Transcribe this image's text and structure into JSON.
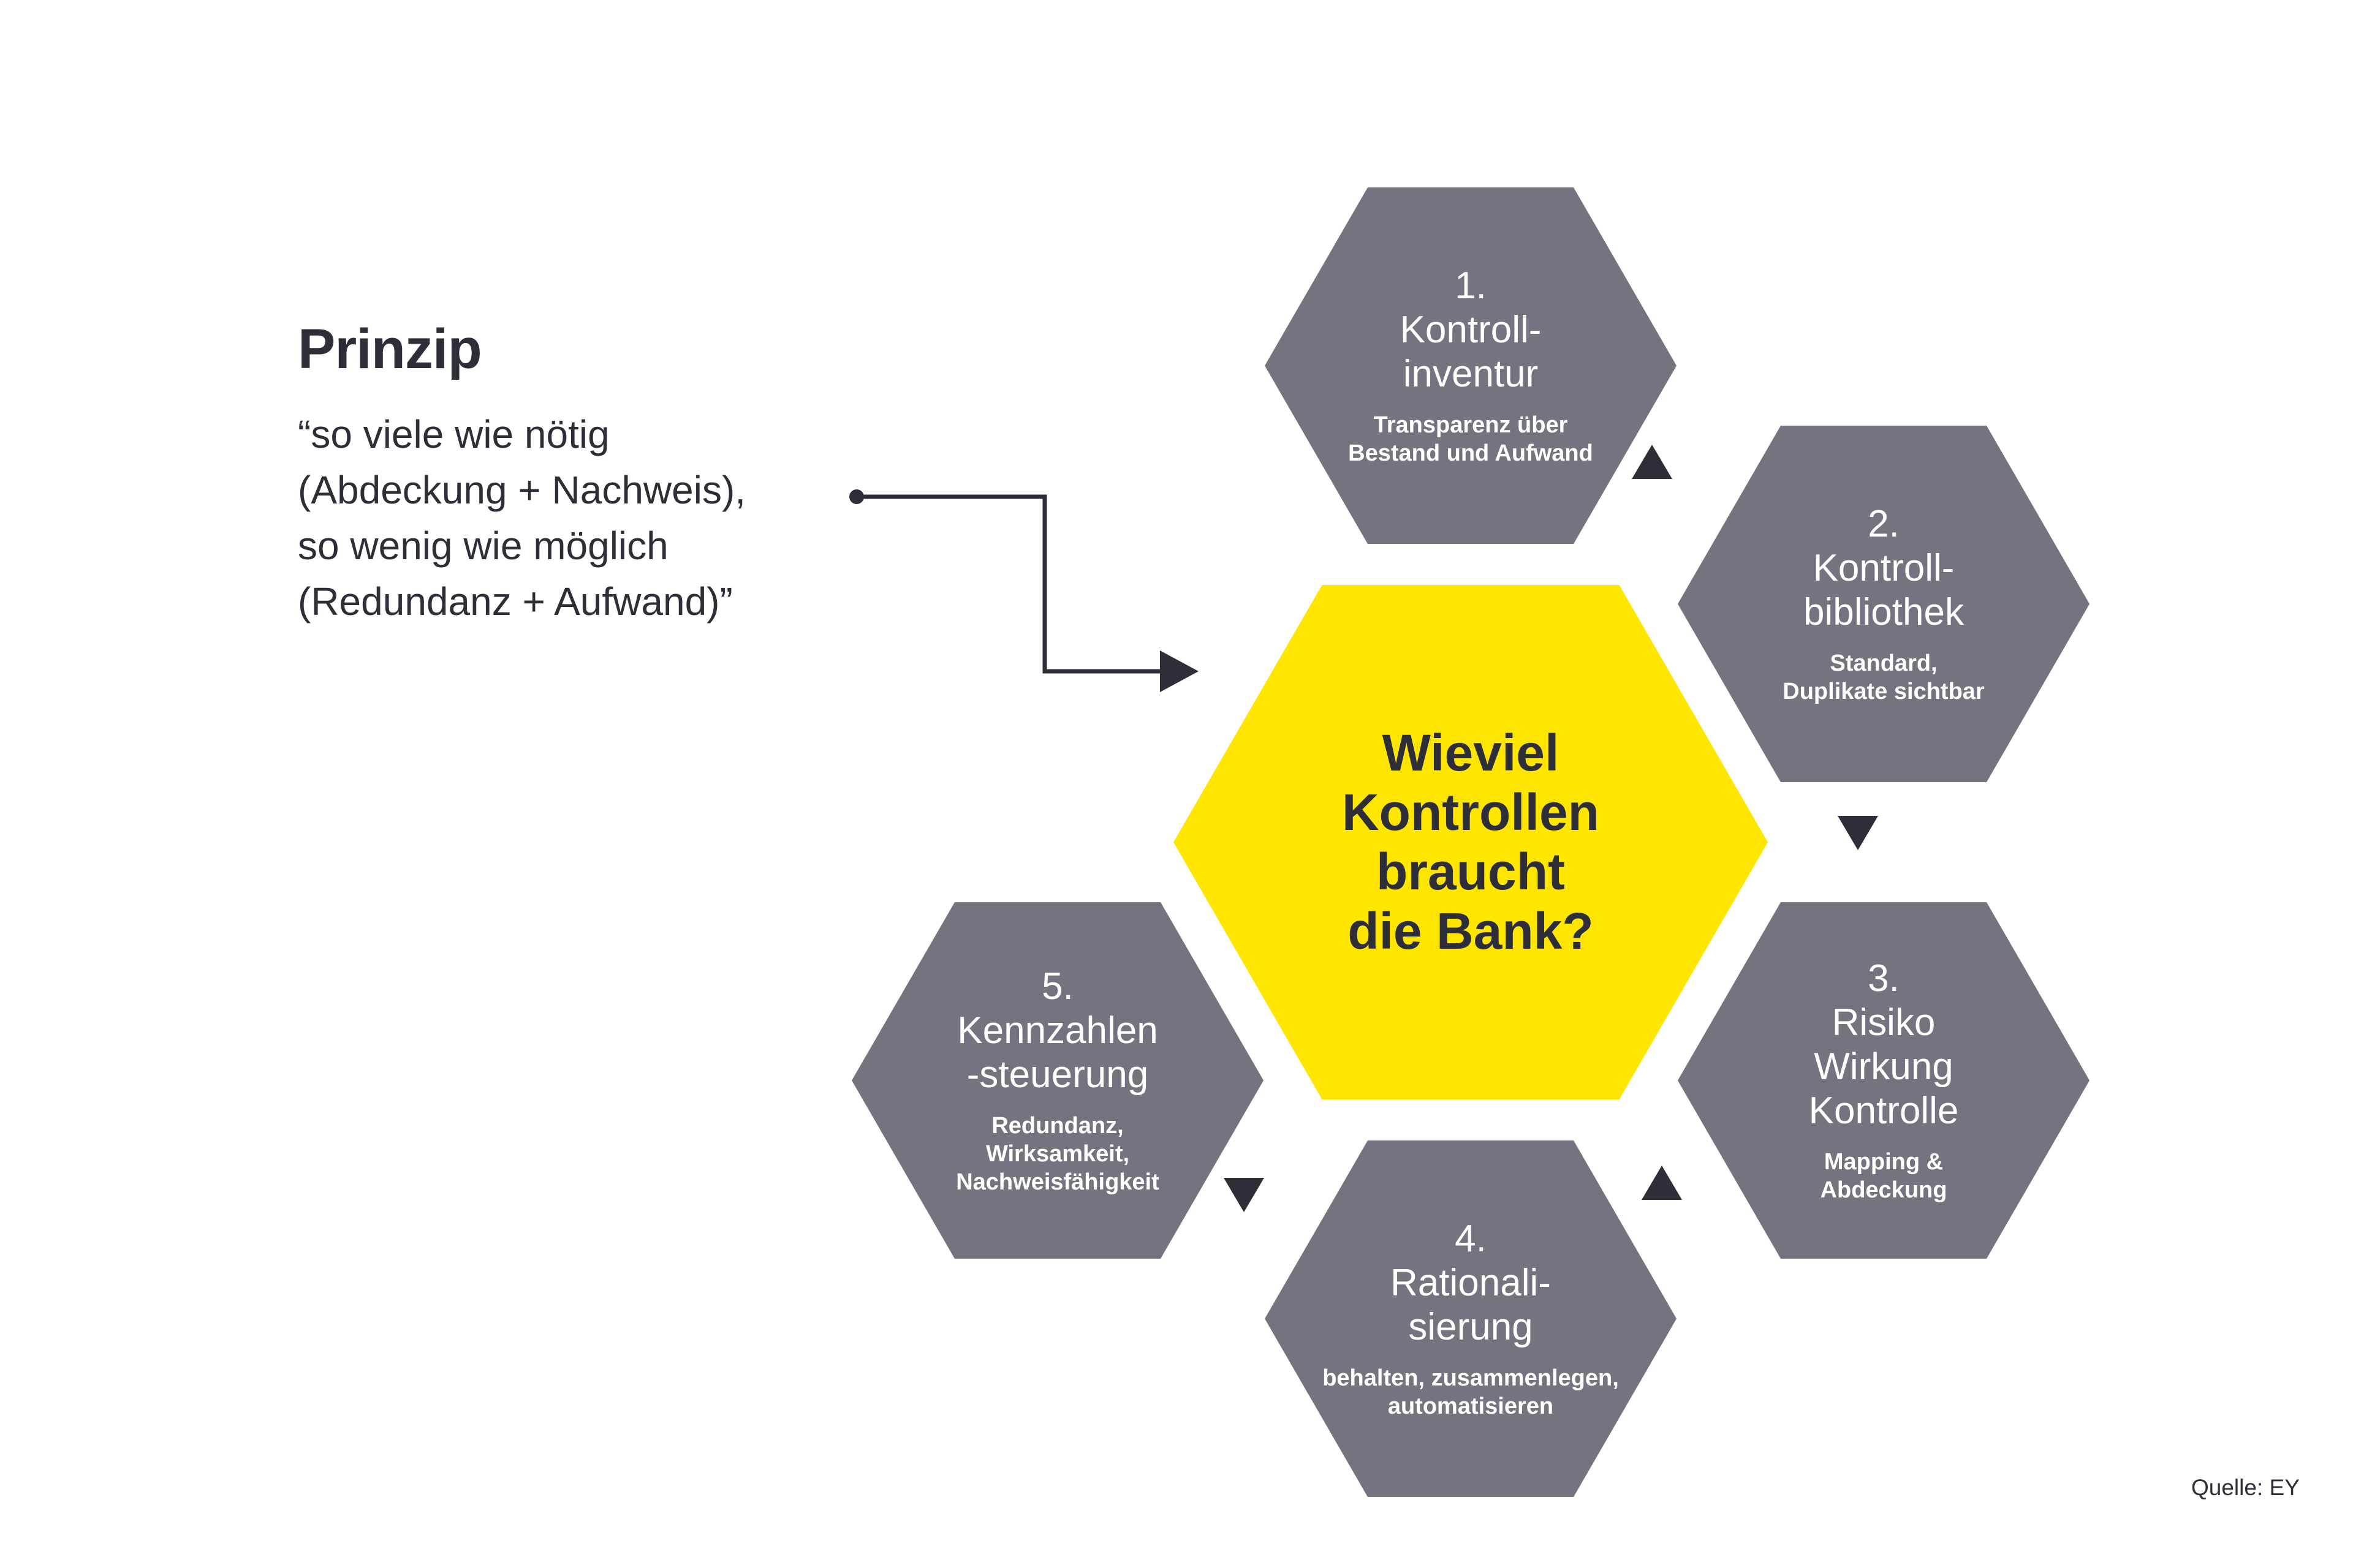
{
  "colors": {
    "yellow": "#FFE600",
    "gray": "#747480",
    "dark": "#2E2E38",
    "white": "#FFFFFF"
  },
  "principle": {
    "title": "Prinzip",
    "quote": "“so viele wie nötig\n(Abdeckung + Nachweis),\nso wenig wie möglich\n(Redundanz + Aufwand)”"
  },
  "center_hex": {
    "question": "Wieviel\nKontrollen\nbraucht\ndie Bank?"
  },
  "steps": [
    {
      "number": "1.",
      "title": "Kontroll-\ninventur",
      "subtitle": "Transparenz über\nBestand und Aufwand"
    },
    {
      "number": "2.",
      "title": "Kontroll-\nbibliothek",
      "subtitle": "Standard,\nDuplikate sichtbar"
    },
    {
      "number": "3.",
      "title": "Risiko\nWirkung\nKontrolle",
      "subtitle": "Mapping &\nAbdeckung"
    },
    {
      "number": "4.",
      "title": "Rationali-\nsierung",
      "subtitle": "behalten, zusammenlegen,\nautomatisieren"
    },
    {
      "number": "5.",
      "title": "Kennzahlen\n-steuerung",
      "subtitle": "Redundanz,\nWirksamkeit,\nNachweisfähigkeit"
    }
  ],
  "source": {
    "label": "Quelle: EY"
  }
}
